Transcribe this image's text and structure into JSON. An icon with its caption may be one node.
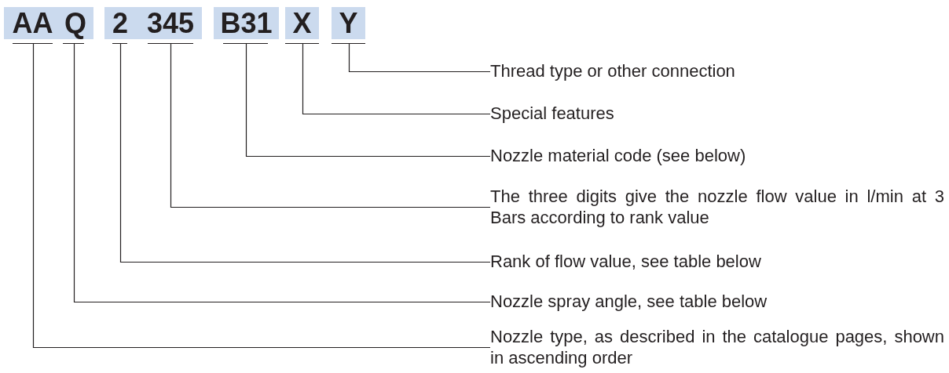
{
  "diagram": {
    "nodes": [
      {
        "text": [],
        "shape": "box"
      },
      {
        "text": [
          "AA"
        ],
        "in": 0
      },
      {
        "text": [
          "Q"
        ],
        "in": 0
      },
      {
        "text": [],
        "shape": "box"
      },
      {
        "text": [
          "2"
        ],
        "in": 3
      },
      {
        "text": [
          "345"
        ],
        "in": 3
      },
      {
        "text": [
          "B31"
        ]
      },
      {
        "text": [
          "X"
        ]
      },
      {
        "text": [
          "Y"
        ]
      },
      {
        "text": [
          "Thread type or other connection"
        ]
      },
      {
        "text": [
          "Special features"
        ]
      },
      {
        "text": [
          "Nozzle material code (see below)"
        ]
      },
      {
        "text": [
          "The three digits give the nozzle flow value in l/min at 3 Bars according to rank value"
        ]
      },
      {
        "text": [
          "Rank of flow value, see table below"
        ]
      },
      {
        "text": [
          "Nozzle spray angle, see table below"
        ]
      },
      {
        "text": [
          "Nozzle type, as described in the catalogue pages, shown in ascending order"
        ]
      }
    ],
    "edges": [
      {
        "from": 8,
        "to": 9,
        "arrow": "none"
      },
      {
        "from": 7,
        "to": 10,
        "arrow": "none"
      },
      {
        "from": 6,
        "to": 11,
        "arrow": "none"
      },
      {
        "from": 5,
        "to": 12,
        "arrow": "none"
      },
      {
        "from": 4,
        "to": 13,
        "arrow": "none"
      },
      {
        "from": 2,
        "to": 14,
        "arrow": "none"
      },
      {
        "from": 1,
        "to": 15,
        "arrow": "none"
      }
    ]
  }
}
